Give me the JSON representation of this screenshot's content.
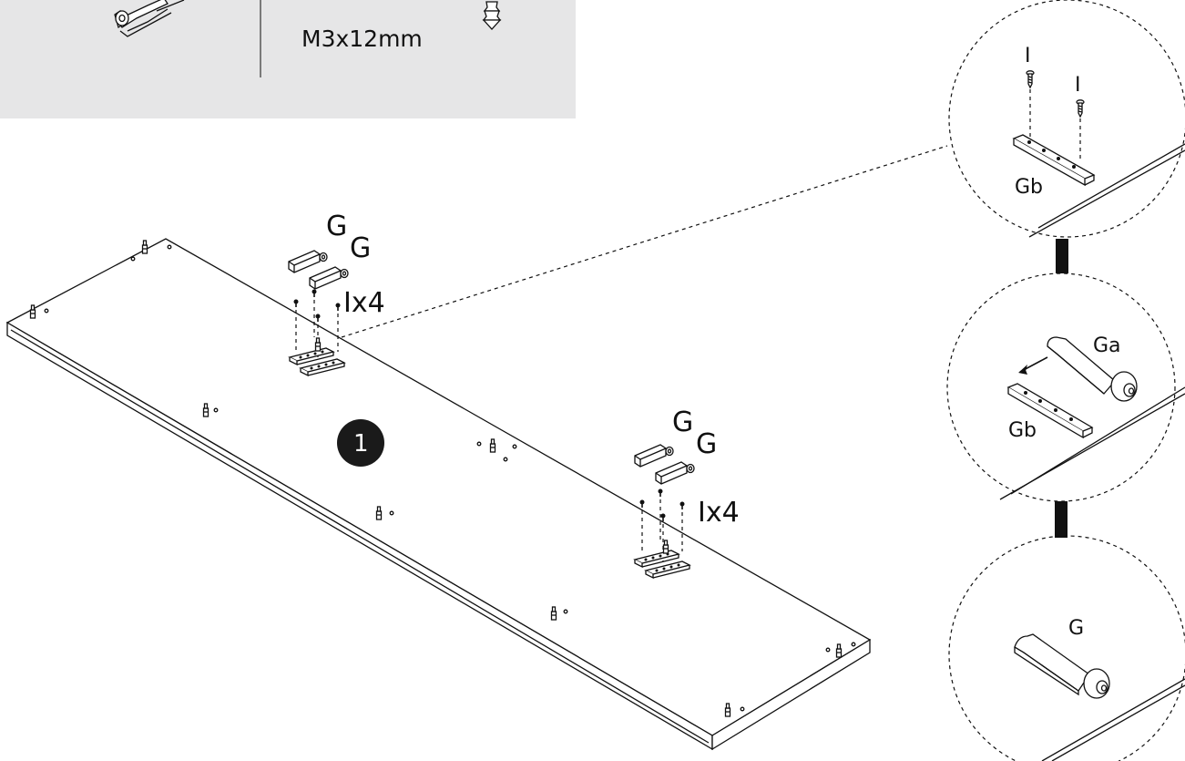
{
  "legend_panel": {
    "screw_size": "M3x12mm"
  },
  "main": {
    "step_number": "1",
    "group_a": {
      "label_g1": "G",
      "label_g2": "G",
      "screw_qty": "Ix4"
    },
    "group_b": {
      "label_g1": "G",
      "label_g2": "G",
      "screw_qty": "Ix4"
    }
  },
  "details": {
    "top": {
      "screw_label_1": "I",
      "screw_label_2": "I",
      "plate_label": "Gb"
    },
    "middle": {
      "housing_label": "Ga",
      "plate_label": "Gb"
    },
    "bottom": {
      "catch_label": "G"
    }
  },
  "colors": {
    "legend_bg": "#e6e6e7",
    "ink": "#111111",
    "badge": "#1a1a1a"
  }
}
